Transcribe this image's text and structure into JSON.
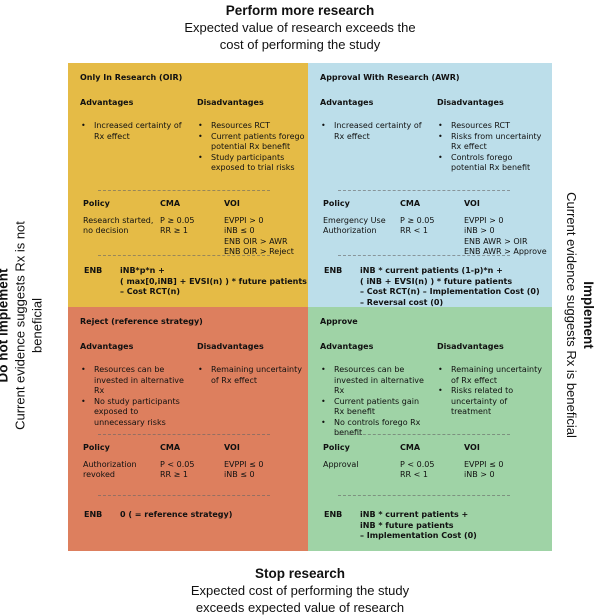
{
  "top": {
    "heading": "Perform more research",
    "lines": [
      "Expected value of research exceeds the",
      "cost of performing the study"
    ]
  },
  "bottom": {
    "heading": "Stop research",
    "lines": [
      "Expected cost of performing the study",
      "exceeds expected value of research"
    ]
  },
  "left": {
    "heading": "Do not implement",
    "lines": [
      "Current evidence suggests Rx is not",
      "beneficial"
    ]
  },
  "right": {
    "heading": "Implement",
    "lines": [
      "Current evidence suggests Rx is beneficial"
    ]
  },
  "labels": {
    "advantages": "Advantages",
    "disadvantages": "Disadvantages",
    "policy": "Policy",
    "cma": "CMA",
    "voi": "VOI",
    "enb": "ENB"
  },
  "colors": {
    "oir": "#e5bb46",
    "awr": "#bcdeea",
    "reject": "#dd7f5e",
    "approve": "#9fd3a6"
  },
  "quadrants": [
    {
      "id": "oir",
      "title": "Only In Research (OIR)",
      "advantages": [
        "Increased certainty of Rx effect"
      ],
      "disadvantages": [
        "Resources RCT",
        "Current patients forego potential Rx benefit",
        "Study participants exposed to trial risks"
      ],
      "policy": [
        "Research started, no decision"
      ],
      "cma": [
        "P ≥ 0.05",
        "RR ≥ 1"
      ],
      "voi": [
        "EVPPI > 0",
        "iNB ≤ 0",
        "ENB OIR > AWR",
        "ENB OIR > Reject"
      ],
      "enb": [
        "iNB*p*n +",
        "( max[0,iNB] + EVSI(n) ) * future patients",
        "– Cost RCT(n)"
      ]
    },
    {
      "id": "awr",
      "title": "Approval With Research (AWR)",
      "advantages": [
        "Increased certainty of Rx effect"
      ],
      "disadvantages": [
        "Resources RCT",
        "Risks from uncertainty Rx effect",
        "Controls forego potential Rx benefit"
      ],
      "policy": [
        "Emergency Use Authorization"
      ],
      "cma": [
        "P ≥ 0.05",
        "RR < 1"
      ],
      "voi": [
        "EVPPI > 0",
        "iNB > 0",
        "ENB AWR > OIR",
        "ENB AWR > Approve"
      ],
      "enb": [
        "iNB * current patients (1-p)*n +",
        "( iNB + EVSI(n) ) * future patients",
        "– Cost RCT(n) – Implementation Cost (0)",
        "– Reversal cost (0)"
      ]
    },
    {
      "id": "reject",
      "title": "Reject (reference strategy)",
      "advantages": [
        "Resources can be invested in alternative Rx",
        "No study participants exposed to unnecessary risks"
      ],
      "disadvantages": [
        "Remaining uncertainty of Rx effect"
      ],
      "policy": [
        "Authorization revoked"
      ],
      "cma": [
        "P < 0.05",
        "RR ≥ 1"
      ],
      "voi": [
        "EVPPI ≤ 0",
        "iNB ≤ 0"
      ],
      "enb": [
        "0 ( = reference strategy)"
      ]
    },
    {
      "id": "approve",
      "title": "Approve",
      "advantages": [
        "Resources can be invested in alternative Rx",
        "Current patients gain Rx benefit",
        "No controls forego Rx benefit"
      ],
      "disadvantages": [
        "Remaining uncertainty of Rx effect",
        "Risks related to uncertainty of treatment"
      ],
      "policy": [
        "Approval"
      ],
      "cma": [
        "P < 0.05",
        "RR < 1"
      ],
      "voi": [
        "EVPPI ≤ 0",
        "iNB > 0"
      ],
      "enb": [
        "iNB * current patients +",
        "iNB * future patients",
        "– Implementation Cost (0)"
      ]
    }
  ]
}
